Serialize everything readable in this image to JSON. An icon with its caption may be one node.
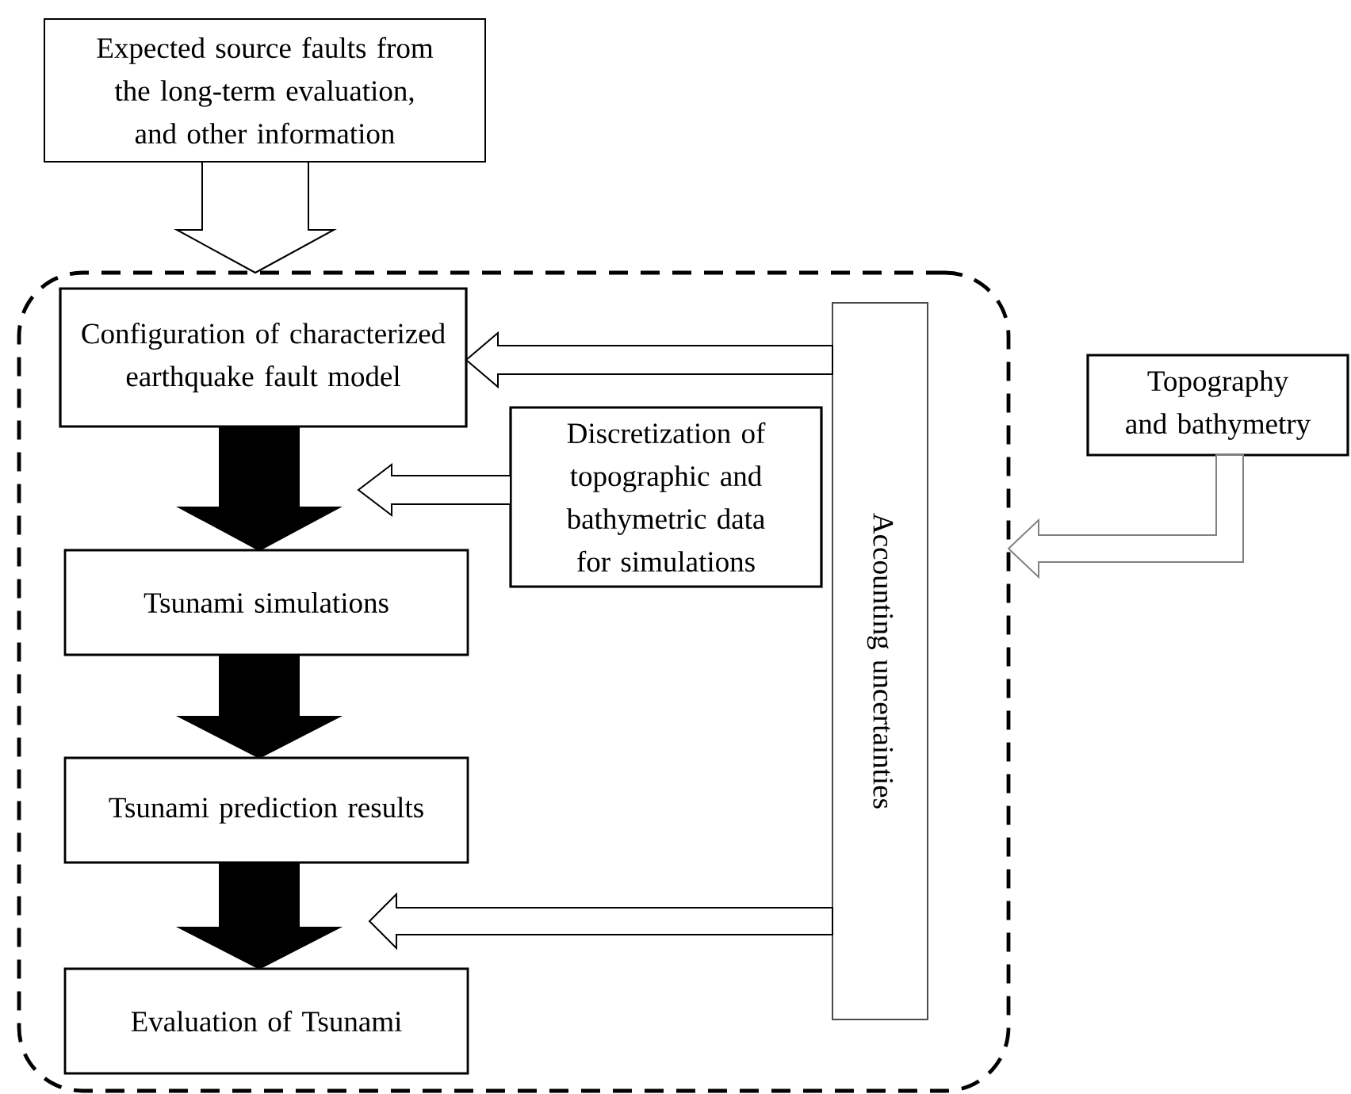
{
  "diagram": {
    "nodes": [
      {
        "text": [
          "Expected source faults from the long-term evaluation, and other information"
        ]
      },
      {
        "text": [],
        "shape": "box"
      },
      {
        "text": [
          "Configuration of characterized earthquake fault model"
        ],
        "in": 1
      },
      {
        "text": [
          "Discretization of topographic and bathymetric data for simulations"
        ],
        "in": 1
      },
      {
        "text": [
          "Accounting uncertainties"
        ],
        "in": 1
      },
      {
        "text": [
          "Tsunami simulations"
        ],
        "in": 1
      },
      {
        "text": [
          "Tsunami prediction results"
        ],
        "in": 1
      },
      {
        "text": [
          "Evaluation of Tsunami"
        ],
        "in": 1
      },
      {
        "text": [
          "Topography and bathymetry"
        ]
      }
    ],
    "edges": [
      {
        "from": 0,
        "to": 1,
        "arrow": "to"
      },
      {
        "from": 4,
        "to": 2,
        "arrow": "to"
      },
      {
        "from": 2,
        "to": 5,
        "arrow": "to",
        "style": "thick"
      },
      {
        "from": 3,
        "to": null,
        "arrow": "to"
      },
      {
        "from": 5,
        "to": 6,
        "arrow": "to",
        "style": "thick"
      },
      {
        "from": 6,
        "to": 7,
        "arrow": "to",
        "style": "thick"
      },
      {
        "from": 4,
        "to": null,
        "arrow": "to"
      },
      {
        "from": 8,
        "to": 1,
        "arrow": "to",
        "color": "#808080"
      }
    ]
  }
}
